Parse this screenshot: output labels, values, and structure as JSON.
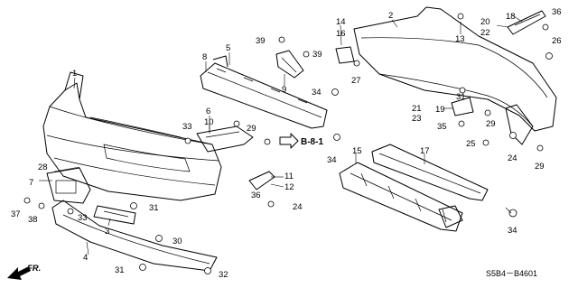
{
  "diagram": {
    "callouts": [
      "1",
      "2",
      "3",
      "4",
      "5",
      "6",
      "7",
      "8",
      "9",
      "10",
      "11",
      "12",
      "13",
      "14",
      "15",
      "16",
      "17",
      "18",
      "19",
      "20",
      "21",
      "22",
      "23",
      "24",
      "25",
      "26",
      "27",
      "28",
      "29",
      "30",
      "31",
      "32",
      "33",
      "34",
      "35",
      "36",
      "37",
      "38",
      "39"
    ],
    "reference_label": "B-8-1",
    "direction_label": "FR.",
    "catalog_code": "S5B4－B4601"
  }
}
